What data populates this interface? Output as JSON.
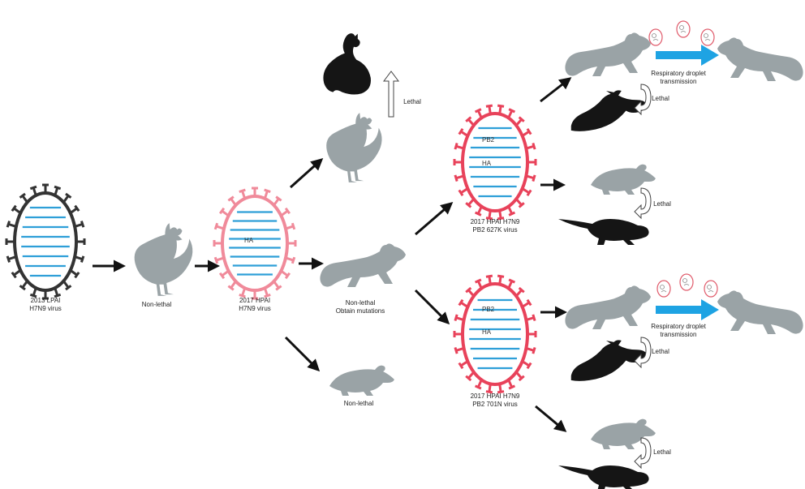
{
  "colors": {
    "lpai": "#333333",
    "hpai": "#e8425a",
    "hpai_light": "#f08a9a",
    "rna": "#2e9fd8",
    "animal_grey": "#9aa3a6",
    "animal_dark": "#151515",
    "transmission_arrow": "#1ea3e3",
    "droplet": "#e05a6a"
  },
  "viruses": {
    "lpai_2013": {
      "line1": "2013 LPAI",
      "line2": "H7N9 virus"
    },
    "hpai_2017": {
      "line1": "2017 HPAI",
      "line2": "H7N9 virus",
      "segment": "HA"
    },
    "hpai_627k": {
      "line1": "2017 HPAI H7N9",
      "line2": "PB2 627K virus",
      "segment_top": "PB2",
      "segment_ha": "HA"
    },
    "hpai_701n": {
      "line1": "2017 HPAI H7N9",
      "line2": "PB2 701N virus",
      "segment_top": "PB2",
      "segment_ha": "HA"
    }
  },
  "labels": {
    "non_lethal_chicken": "Non-lethal",
    "lethal_chicken": "Lethal",
    "ferret_line1": "Non-lethal",
    "ferret_line2": "Obtain mutations",
    "non_lethal_mouse": "Non-lethal",
    "lethal": "Lethal",
    "transmission_line1": "Respiratory droplet",
    "transmission_line2": "transmission"
  },
  "icons": [
    "chicken-icon",
    "ferret-icon",
    "mouse-icon",
    "dead-ferret-icon",
    "dead-mouse-icon",
    "droplet-icon"
  ]
}
